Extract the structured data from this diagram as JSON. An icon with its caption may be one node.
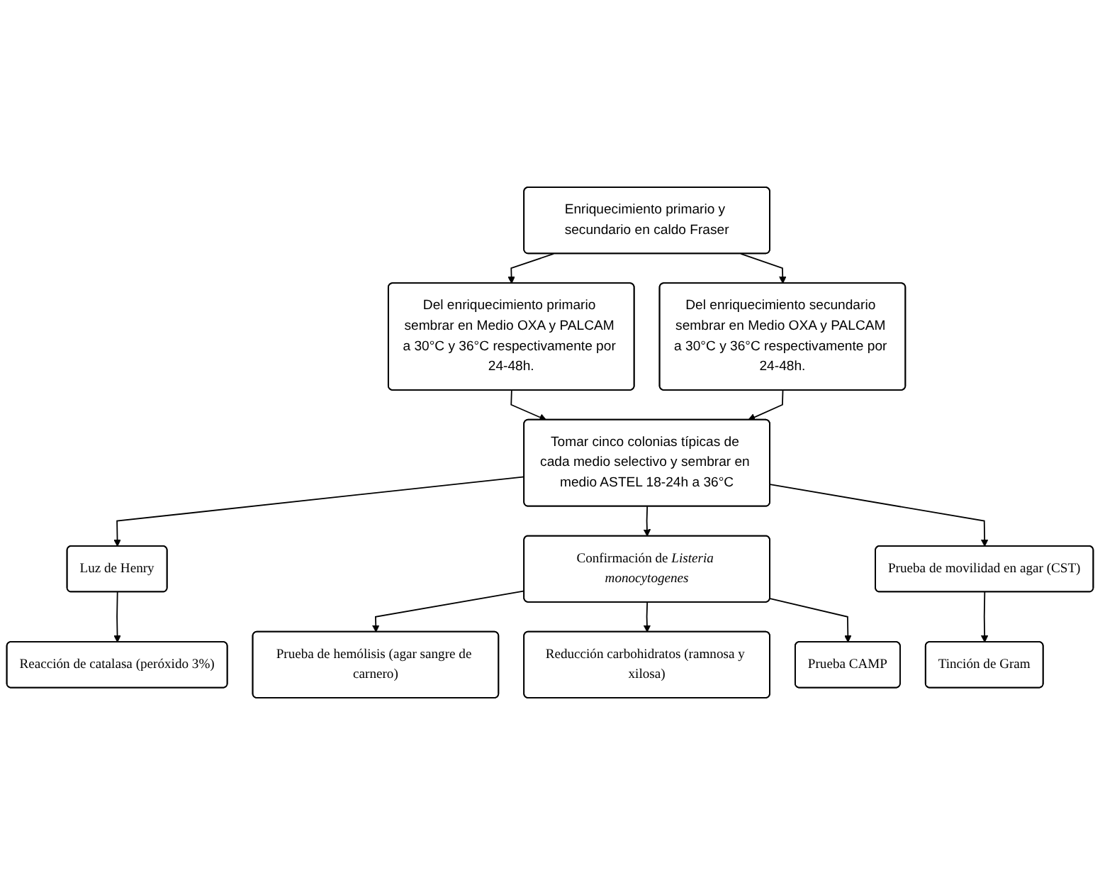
{
  "diagram": {
    "nodes": [
      {
        "text": [
          "Enriquecimiento primario y secundario en caldo Fraser"
        ]
      },
      {
        "text": [
          "Del enriquecimiento primario sembrar en Medio OXA y PALCAM a 30°C y 36°C respectivamente por 24-48h."
        ]
      },
      {
        "text": [
          "Del enriquecimiento secundario sembrar en Medio OXA y PALCAM a 30°C y 36°C respectivamente por 24-48h."
        ]
      },
      {
        "text": [
          "Tomar cinco colonias típicas de cada medio selectivo y sembrar en medio ASTEL 18-24h a 36°C"
        ]
      },
      {
        "text": [
          "Luz de Henry"
        ]
      },
      {
        "text": [
          "Reacción de catalasa (peróxido 3%)"
        ]
      },
      {
        "text": [
          "Prueba de movilidad en agar (CST)"
        ]
      },
      {
        "text": [
          "Tinción de Gram"
        ]
      },
      {
        "text": [
          "Confirmación de *Listeria monocytogenes*"
        ]
      },
      {
        "text": [
          "Prueba de hemólisis (agar sangre de carnero)"
        ]
      },
      {
        "text": [
          "Reducción carbohidratos (ramnosa y xilosa)"
        ]
      },
      {
        "text": [
          "Prueba CAMP"
        ]
      }
    ],
    "edges": [
      {
        "from": 0,
        "to": 1,
        "arrow": "to"
      },
      {
        "from": 0,
        "to": 2,
        "arrow": "to"
      },
      {
        "from": 1,
        "to": 3,
        "arrow": "to"
      },
      {
        "from": 2,
        "to": 3,
        "arrow": "to"
      },
      {
        "from": 3,
        "to": 4,
        "arrow": "to"
      },
      {
        "from": 3,
        "to": 8,
        "arrow": "to"
      },
      {
        "from": 3,
        "to": 6,
        "arrow": "to"
      },
      {
        "from": 4,
        "to": 5,
        "arrow": "to"
      },
      {
        "from": 6,
        "to": 7,
        "arrow": "to"
      },
      {
        "from": 8,
        "to": 9,
        "arrow": "to"
      },
      {
        "from": 8,
        "to": 10,
        "arrow": "to"
      },
      {
        "from": 8,
        "to": 11,
        "arrow": "to"
      }
    ]
  }
}
